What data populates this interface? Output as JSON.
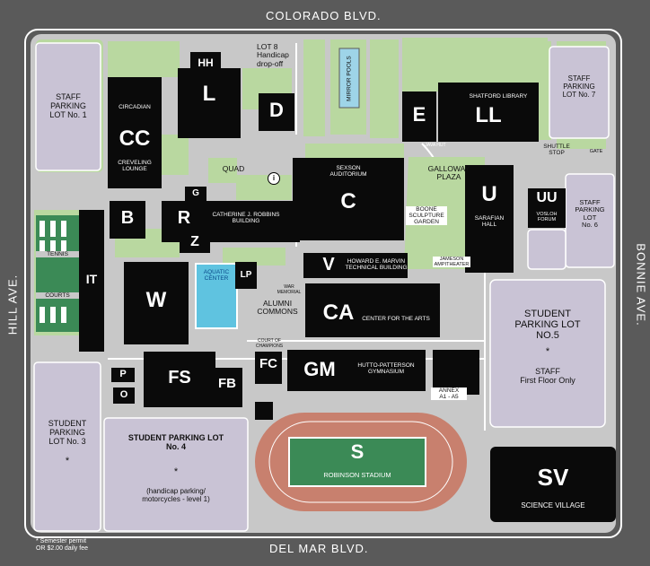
{
  "streets": {
    "north": "COLORADO BLVD.",
    "south": "DEL MAR BLVD.",
    "west": "HILL AVE.",
    "east": "BONNIE AVE."
  },
  "colors": {
    "road": "#5a5a5a",
    "campus": "#c8c8c8",
    "building": "#0a0a0a",
    "lawn": "#b9d8a0",
    "parking": "#c9c3d5",
    "track": "#c8806e",
    "field": "#3b8a56",
    "pool": "#5fc3e0"
  },
  "buildings": {
    "HH": "HH",
    "L": "L",
    "D": "D",
    "E": "E",
    "LL": "LL",
    "CC": "CC",
    "C": "C",
    "B": "B",
    "R": "R",
    "G": "G",
    "Z": "Z",
    "U": "U",
    "UU": "UU",
    "V": "V",
    "IT": "IT",
    "W": "W",
    "LP": "LP",
    "CA": "CA",
    "FC": "FC",
    "GM": "GM",
    "FS": "FS",
    "FB": "FB",
    "P": "P",
    "O": "O",
    "S": "S",
    "SV": "SV"
  },
  "labels": {
    "lot8": "LOT 8\nHandicap\ndrop-off",
    "mirror_pools": "MIRROR POOLS",
    "circadian": "CIRCADIAN",
    "creveling": "CREVELING\nLOUNGE",
    "shatford": "SHATFORD LIBRARY",
    "java_hut": "JAVA HUT",
    "shuttle_stop": "SHUTTLE\nSTOP",
    "gate": "GATE",
    "quad": "QUAD",
    "info": "i",
    "sexson": "SEXSON\nAUDITORIUM",
    "galloway": "GALLOWAY\nPLAZA",
    "robbins": "CATHERINE J. ROBBINS\nBUILDING",
    "boone": "BOONE\nSCULPTURE\nGARDEN",
    "sarafian": "SARAFIAN\nHALL",
    "vosloh": "VOSLOH\nFORUM",
    "tennis": "TENNIS",
    "courts": "COURTS",
    "marvin": "HOWARD E. MARVIN\nTECHNICAL BUILDING",
    "jameson": "JAMESON\nAMPITHEATER",
    "aquatic": "AQUATIC\nCENTER",
    "war_memorial": "WAR\nMEMORIAL",
    "alumni": "ALUMNI\nCOMMONS",
    "arts": "CENTER FOR THE ARTS",
    "court_champions": "COURT OF\nCHAMPIONS",
    "hutto": "HUTTO-PATTERSON\nGYMNASIUM",
    "annex": "ANNEX\nA1 - A5",
    "stadium": "ROBINSON STADIUM",
    "science_village": "SCIENCE VILLAGE"
  },
  "lots": {
    "lot1": "STAFF\nPARKING\nLOT No. 1",
    "lot7": "STAFF\nPARKING\nLOT No. 7",
    "lot6": "STAFF\nPARKING\nLOT\nNo. 6",
    "lot5_title": "STUDENT\nPARKING LOT\nNO.5",
    "lot5_star": "*",
    "lot5_note": "STAFF\nFirst Floor Only",
    "lot3_title": "STUDENT\nPARKING\nLOT No. 3",
    "lot3_star": "*",
    "lot4_title": "STUDENT PARKING LOT\nNo. 4",
    "lot4_star": "*",
    "lot4_note": "(handicap parking/\nmotorcycles - level 1)"
  },
  "footnote": "* Semester permit\n OR $2.00 daily fee"
}
